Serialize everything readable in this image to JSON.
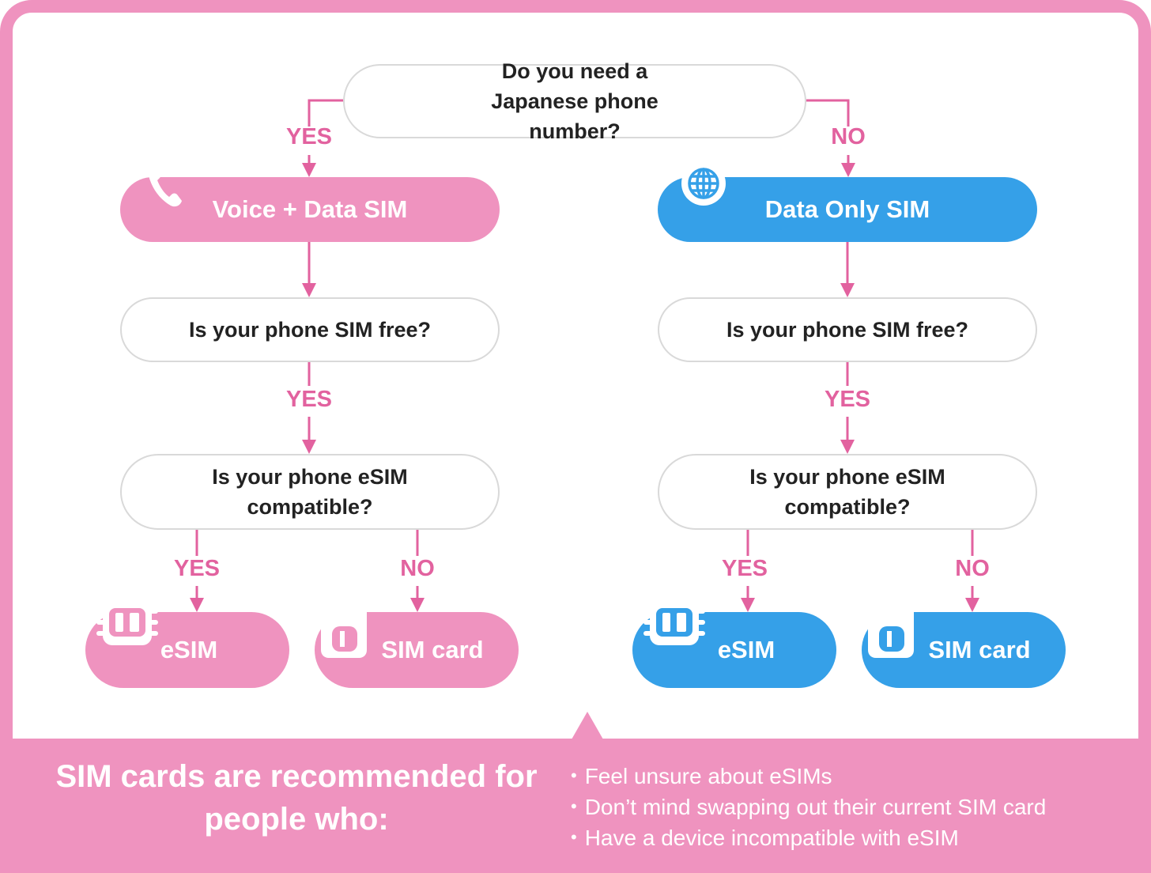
{
  "root_question": "Do you need a Japanese phone number?",
  "branch_labels": {
    "yes": "YES",
    "no": "NO"
  },
  "voice": {
    "title": "Voice + Data SIM",
    "icon": "phone-icon",
    "q1": "Is your phone SIM free?",
    "q1_answer": "YES",
    "q2": "Is your phone eSIM compatible?",
    "q2_yes": "YES",
    "q2_no": "NO",
    "esim": "eSIM",
    "simcard": "SIM card"
  },
  "data": {
    "title": "Data Only SIM",
    "icon": "globe-icon",
    "q1": "Is your phone SIM free?",
    "q1_answer": "YES",
    "q2": "Is your phone eSIM compatible?",
    "q2_yes": "YES",
    "q2_no": "NO",
    "esim": "eSIM",
    "simcard": "SIM card"
  },
  "recommendation": {
    "title": "SIM cards are recommended for people who:",
    "items": [
      "Feel unsure about eSIMs",
      "Don’t mind swapping out their current SIM card",
      "Have a device incompatible with eSIM"
    ]
  },
  "colors": {
    "pink": "#ef93bf",
    "blue": "#35a0e8",
    "connector": "#e2629f"
  }
}
